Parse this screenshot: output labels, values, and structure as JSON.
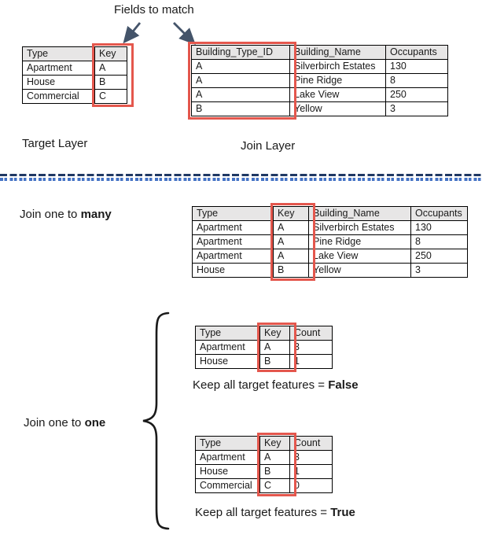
{
  "top": {
    "fields_label": "Fields to match"
  },
  "layers": {
    "target_label": "Target Layer",
    "join_label": "Join Layer"
  },
  "tables": {
    "target": {
      "headers": [
        "Type",
        "Key"
      ],
      "rows": [
        [
          "Apartment",
          "A"
        ],
        [
          "House",
          "B"
        ],
        [
          "Commercial",
          "C"
        ]
      ]
    },
    "join": {
      "headers": [
        "Building_Type_ID",
        "Building_Name",
        "Occupants"
      ],
      "rows": [
        [
          "A",
          "Silverbirch Estates",
          "130"
        ],
        [
          "A",
          "Pine Ridge",
          "8"
        ],
        [
          "A",
          "Lake View",
          "250"
        ],
        [
          "B",
          "Yellow",
          "3"
        ]
      ]
    },
    "one_to_many": {
      "headers": [
        "Type",
        "Key",
        "Building_Name",
        "Occupants"
      ],
      "rows": [
        [
          "Apartment",
          "A",
          "Silverbirch Estates",
          "130"
        ],
        [
          "Apartment",
          "A",
          "Pine Ridge",
          "8"
        ],
        [
          "Apartment",
          "A",
          "Lake View",
          "250"
        ],
        [
          "House",
          "B",
          "Yellow",
          "3"
        ]
      ]
    },
    "one_to_one_false": {
      "headers": [
        "Type",
        "Key",
        "Count"
      ],
      "rows": [
        [
          "Apartment",
          "A",
          "3"
        ],
        [
          "House",
          "B",
          "1"
        ]
      ]
    },
    "one_to_one_true": {
      "headers": [
        "Type",
        "Key",
        "Count"
      ],
      "rows": [
        [
          "Apartment",
          "A",
          "3"
        ],
        [
          "House",
          "B",
          "1"
        ],
        [
          "Commercial",
          "C",
          "0"
        ]
      ]
    }
  },
  "sections": {
    "one_to_many": {
      "label_prefix": "Join one to ",
      "label_bold": "many"
    },
    "one_to_one": {
      "label_prefix": "Join one to ",
      "label_bold": "one"
    },
    "false_caption": {
      "prefix": "Keep all target features = ",
      "bold": "False"
    },
    "true_caption": {
      "prefix": "Keep all target features = ",
      "bold": "True"
    }
  },
  "icons": {
    "arrow_left": "arrow-down-left",
    "arrow_right": "arrow-down-right",
    "brace": "left-curly-brace"
  },
  "colors": {
    "highlight": "#E4574D",
    "header_bg": "#E7E6E6",
    "divider_dark": "#1F3864",
    "divider_blue": "#4472C4",
    "arrow": "#44546A"
  }
}
